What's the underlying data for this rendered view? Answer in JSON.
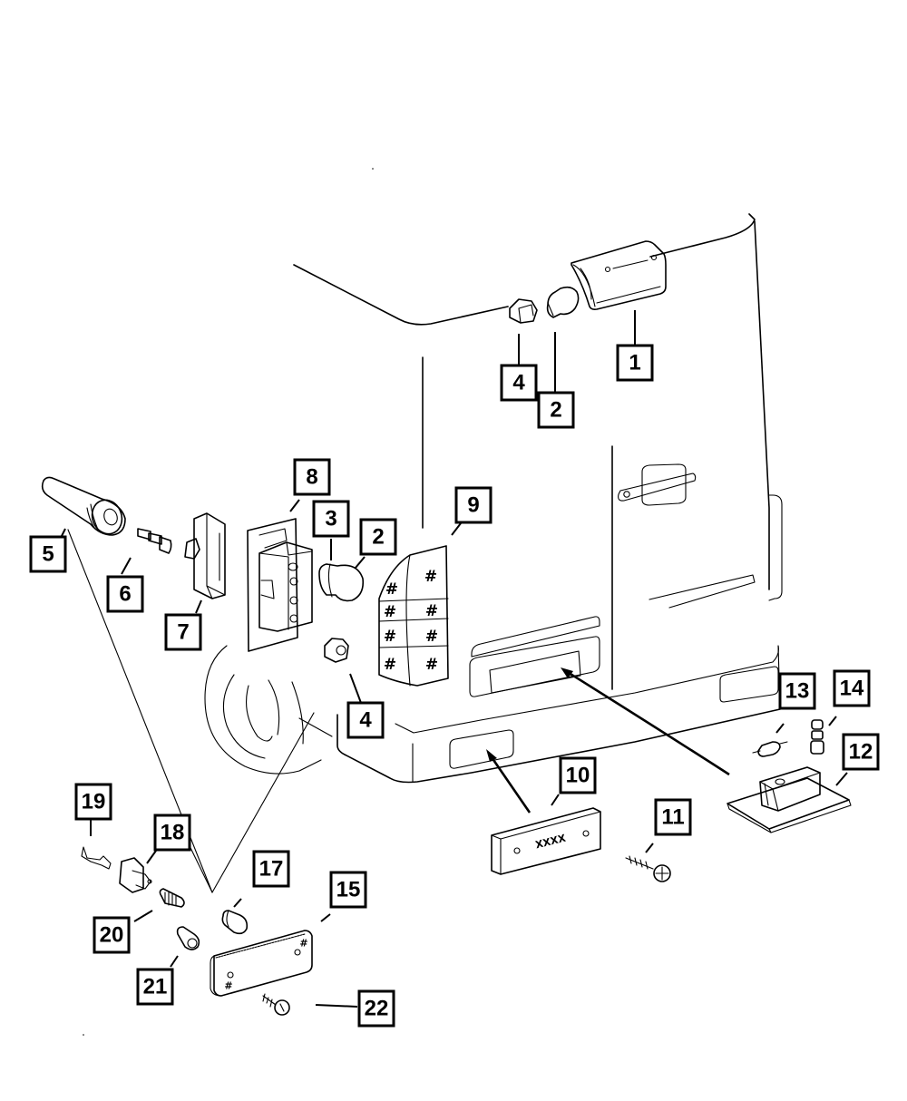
{
  "diagram": {
    "title": "Rear lamps and reflectors exploded parts view",
    "line_color": "#000000",
    "background_color": "#ffffff",
    "callouts": [
      {
        "id": "c1",
        "label": "1",
        "part": "center-high-mount-stop-lamp-housing"
      },
      {
        "id": "c2a",
        "label": "2",
        "part": "chmsl-bulb"
      },
      {
        "id": "c4a",
        "label": "4",
        "part": "chmsl-nut"
      },
      {
        "id": "c8",
        "label": "8",
        "part": "tail-lamp-socket-board"
      },
      {
        "id": "c3",
        "label": "3",
        "part": "tail-lamp-bulb"
      },
      {
        "id": "c2b",
        "label": "2",
        "part": "tail-lamp-bulb-secondary"
      },
      {
        "id": "c9",
        "label": "9",
        "part": "tail-lamp-lens-assembly"
      },
      {
        "id": "c5",
        "label": "5",
        "part": "wiring-grommet"
      },
      {
        "id": "c6",
        "label": "6",
        "part": "terminal"
      },
      {
        "id": "c7",
        "label": "7",
        "part": "wiring-connector"
      },
      {
        "id": "c4b",
        "label": "4",
        "part": "tail-lamp-nut"
      },
      {
        "id": "c13",
        "label": "13",
        "part": "license-lamp-bulb"
      },
      {
        "id": "c14",
        "label": "14",
        "part": "bulb-socket-pieces"
      },
      {
        "id": "c12",
        "label": "12",
        "part": "license-plate-lamp"
      },
      {
        "id": "c10",
        "label": "10",
        "part": "rear-reflector"
      },
      {
        "id": "c11",
        "label": "11",
        "part": "reflector-screw"
      },
      {
        "id": "c19",
        "label": "19",
        "part": "side-marker-terminal"
      },
      {
        "id": "c18",
        "label": "18",
        "part": "side-marker-connector"
      },
      {
        "id": "c17",
        "label": "17",
        "part": "side-marker-bulb"
      },
      {
        "id": "c15",
        "label": "15",
        "part": "side-marker-lamp"
      },
      {
        "id": "c20",
        "label": "20",
        "part": "side-marker-grommet"
      },
      {
        "id": "c21",
        "label": "21",
        "part": "side-marker-clip"
      },
      {
        "id": "c22",
        "label": "22",
        "part": "side-marker-screw"
      }
    ],
    "lens_mark": "#",
    "reflector_mark": "XXXX"
  }
}
